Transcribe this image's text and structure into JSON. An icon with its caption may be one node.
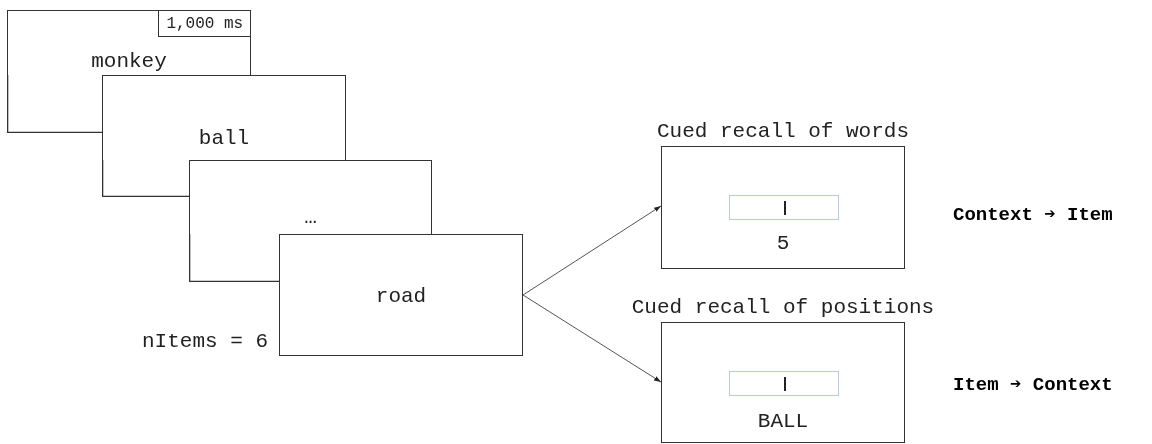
{
  "diagram": {
    "nodes": [
      {
        "text": [
          "monkey"
        ]
      },
      {
        "text": [
          "1,000 ms"
        ],
        "in": 0
      },
      {
        "text": [
          "ball"
        ]
      },
      {
        "text": [
          "…"
        ]
      },
      {
        "text": [
          "road"
        ],
        "beside": [
          "nItems = 6"
        ]
      },
      {
        "text": [
          "Cued recall of words",
          "5"
        ]
      },
      {
        "text": [
          "Cued recall of positions",
          "BALL"
        ]
      }
    ],
    "edges": [
      {
        "from": 4,
        "to": 5,
        "arrow": "to"
      },
      {
        "from": 4,
        "to": 6,
        "arrow": "to"
      }
    ],
    "labels": [
      "Context ➔ Item",
      "Item ➔ Context"
    ]
  }
}
